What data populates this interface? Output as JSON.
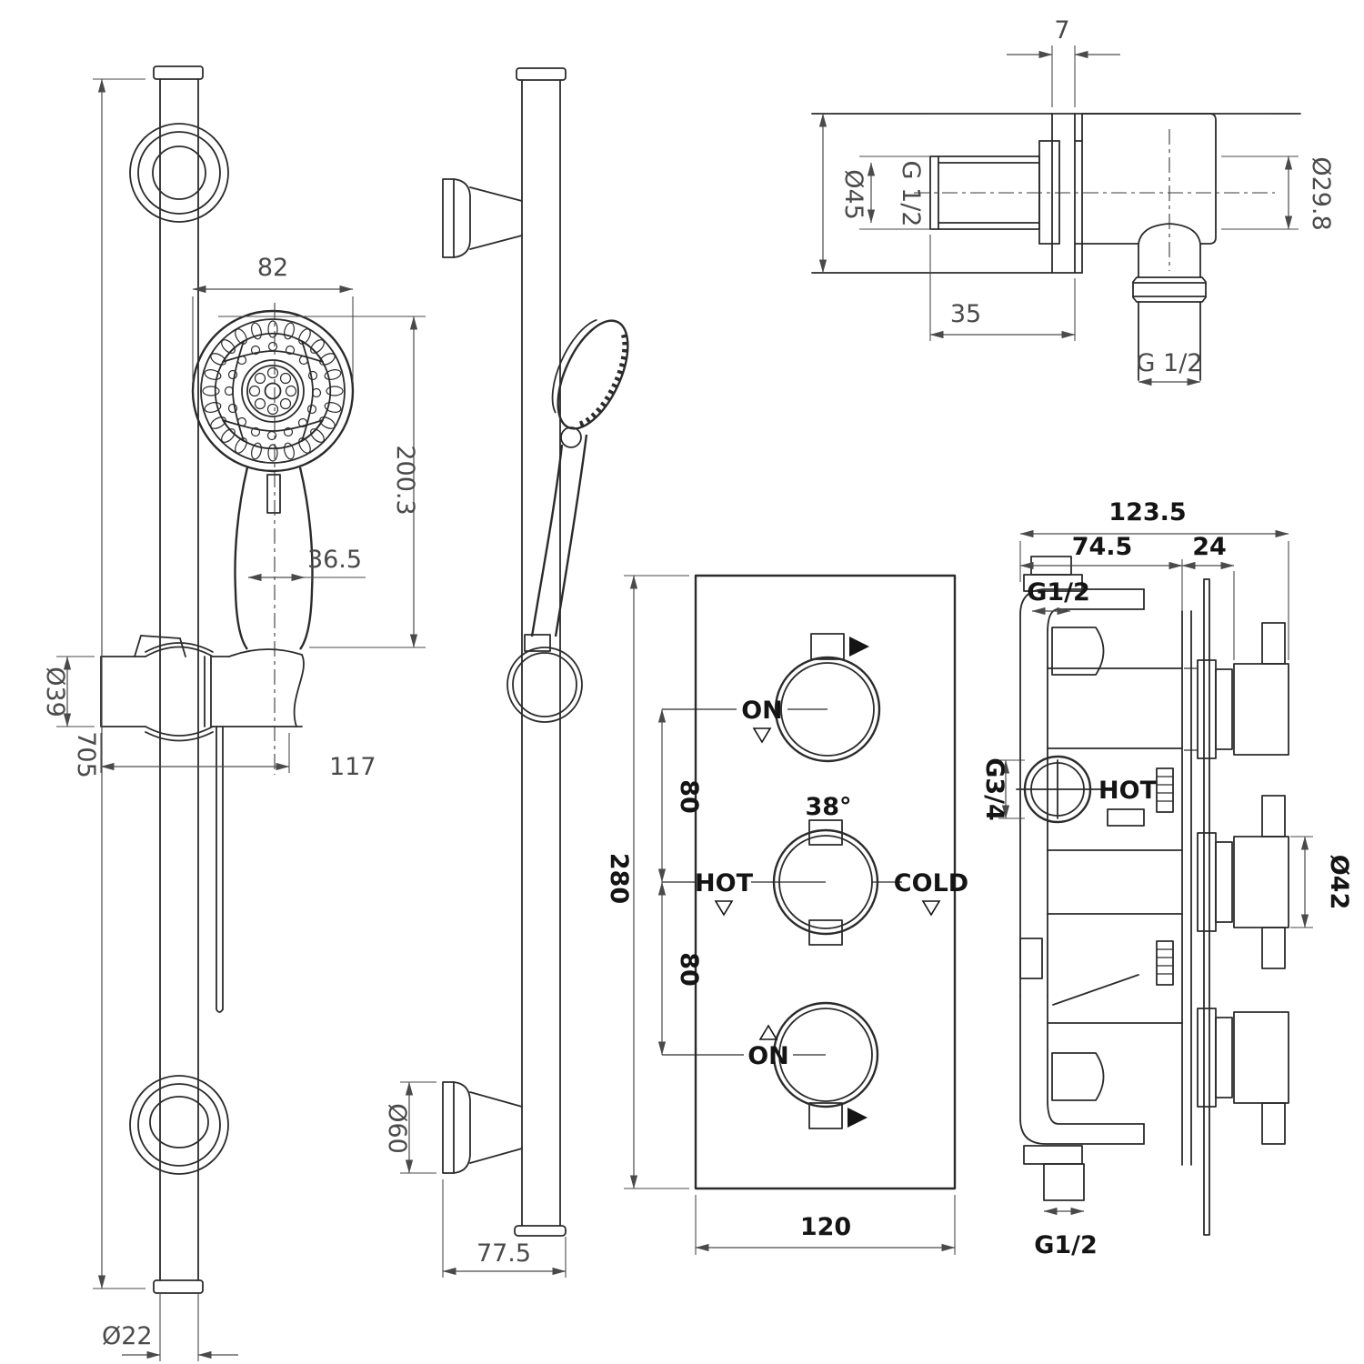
{
  "drawing": {
    "rail_front": {
      "total_length": "705",
      "tube_diameter": "Ø22",
      "head_width": "82",
      "head_length": "200.3",
      "handle_width": "36.5",
      "slider_diameter": "Ø39",
      "slider_length": "117"
    },
    "rail_side": {
      "bracket_diameter": "Ø60",
      "wall_offset": "77.5"
    },
    "outlet_elbow": {
      "plate_thickness": "7",
      "plate_diameter": "Ø45",
      "thread_back": "G 1/2",
      "body_depth": "35",
      "pipe_diameter": "Ø29.8",
      "thread_down": "G 1/2"
    },
    "valve_front": {
      "plate_height": "280",
      "knob_spacing_top": "80",
      "knob_spacing_bottom": "80",
      "plate_width": "120",
      "on_top": "ON",
      "temp_set": "38°",
      "hot": "HOT",
      "cold": "COLD",
      "on_bottom": "ON"
    },
    "valve_side": {
      "total_depth": "123.5",
      "body_depth": "74.5",
      "plate_offset": "24",
      "inlet_top": "G1/2",
      "side_port": "G3/4",
      "hot": "HOT",
      "knob_diameter": "Ø42",
      "inlet_bottom": "G1/2"
    }
  }
}
